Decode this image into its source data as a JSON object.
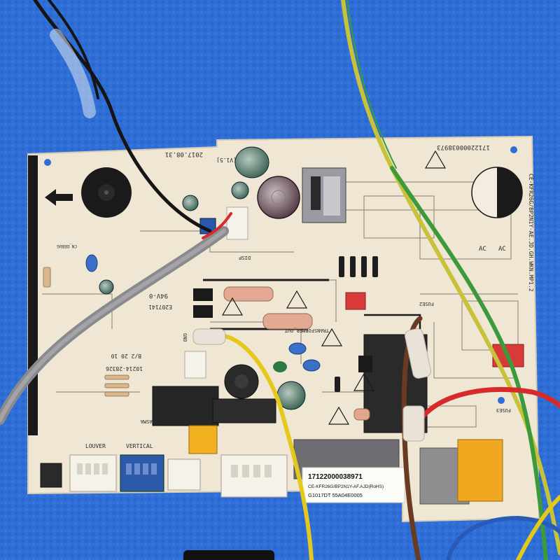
{
  "photo": {
    "board": {
      "model_code": "CE-KFR26G/BP2N1Y-AE.JD.GH.WKN.MP1.2",
      "date_code": "2017.08.31",
      "version": "[V1.5]",
      "part_number_top": "17122000038973",
      "connectors": {
        "louver": "LOUVER",
        "vertical": "VERTICAL",
        "plasma": "PLASMA",
        "disp": "DISP",
        "transformer_out": "TRANSFORMER_OUT",
        "cn_debug": "CN_DEBUG"
      },
      "fuse_labels": [
        "FUSE2",
        "FUSE3"
      ],
      "ac_labels": [
        "AC",
        "AC"
      ],
      "misc": {
        "ul_mark": "94V-0",
        "cert_code": "E207141",
        "board_code": "10214-28326",
        "date_stamp": "B/2 20 10",
        "gnd": "GND"
      }
    },
    "label": {
      "part_number": "17122000038971",
      "model": "CE-KFR26G/BP2N1Y-AF.AJD(RoHS)",
      "code": "G1017DT 55A04E0005"
    },
    "colors": {
      "background": "#2f6ed6",
      "board": "#efe6d4",
      "wire_yellow_green": "#c8c23a",
      "wire_green": "#3c9a3a",
      "wire_red": "#d82a2a",
      "wire_brown": "#6a3a22",
      "wire_yellow": "#e5c81c",
      "wire_blue": "#2a5ab8",
      "wire_black": "#151515"
    }
  }
}
